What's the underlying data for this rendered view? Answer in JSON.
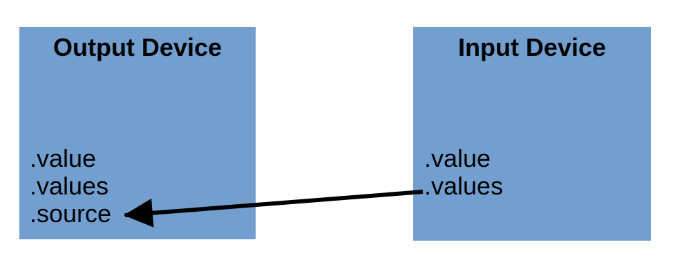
{
  "diagram": {
    "background_color": "#ffffff",
    "box_fill_color": "#729fcf",
    "text_color": "#000000",
    "output_device": {
      "title": "Output Device",
      "properties": [
        ".value",
        ".values",
        ".source"
      ]
    },
    "input_device": {
      "title": "Input Device",
      "properties": [
        ".value",
        ".values"
      ]
    },
    "arrow": {
      "color": "#000000",
      "from": "Input Device .values",
      "to": "Output Device .source"
    }
  }
}
